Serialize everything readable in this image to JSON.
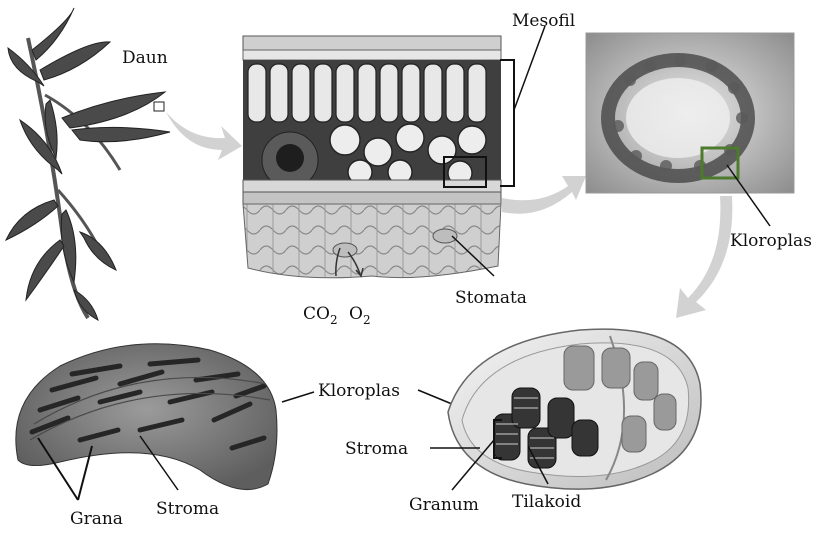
{
  "labels": {
    "daun": "Daun",
    "mesofil": "Mesofil",
    "kloroplas_top": "Kloroplas",
    "stomata": "Stomata",
    "co2": "CO",
    "co2_sub": "2",
    "o2": "O",
    "o2_sub": "2",
    "kloroplas_mid": "Kloroplas",
    "stroma_right": "Stroma",
    "granum": "Granum",
    "tilakoid": "Tilakoid",
    "grana": "Grana",
    "stroma_left": "Stroma"
  },
  "colors": {
    "highlight_green": "#4c7a2e",
    "arrow_grey": "#cfcfcf"
  }
}
